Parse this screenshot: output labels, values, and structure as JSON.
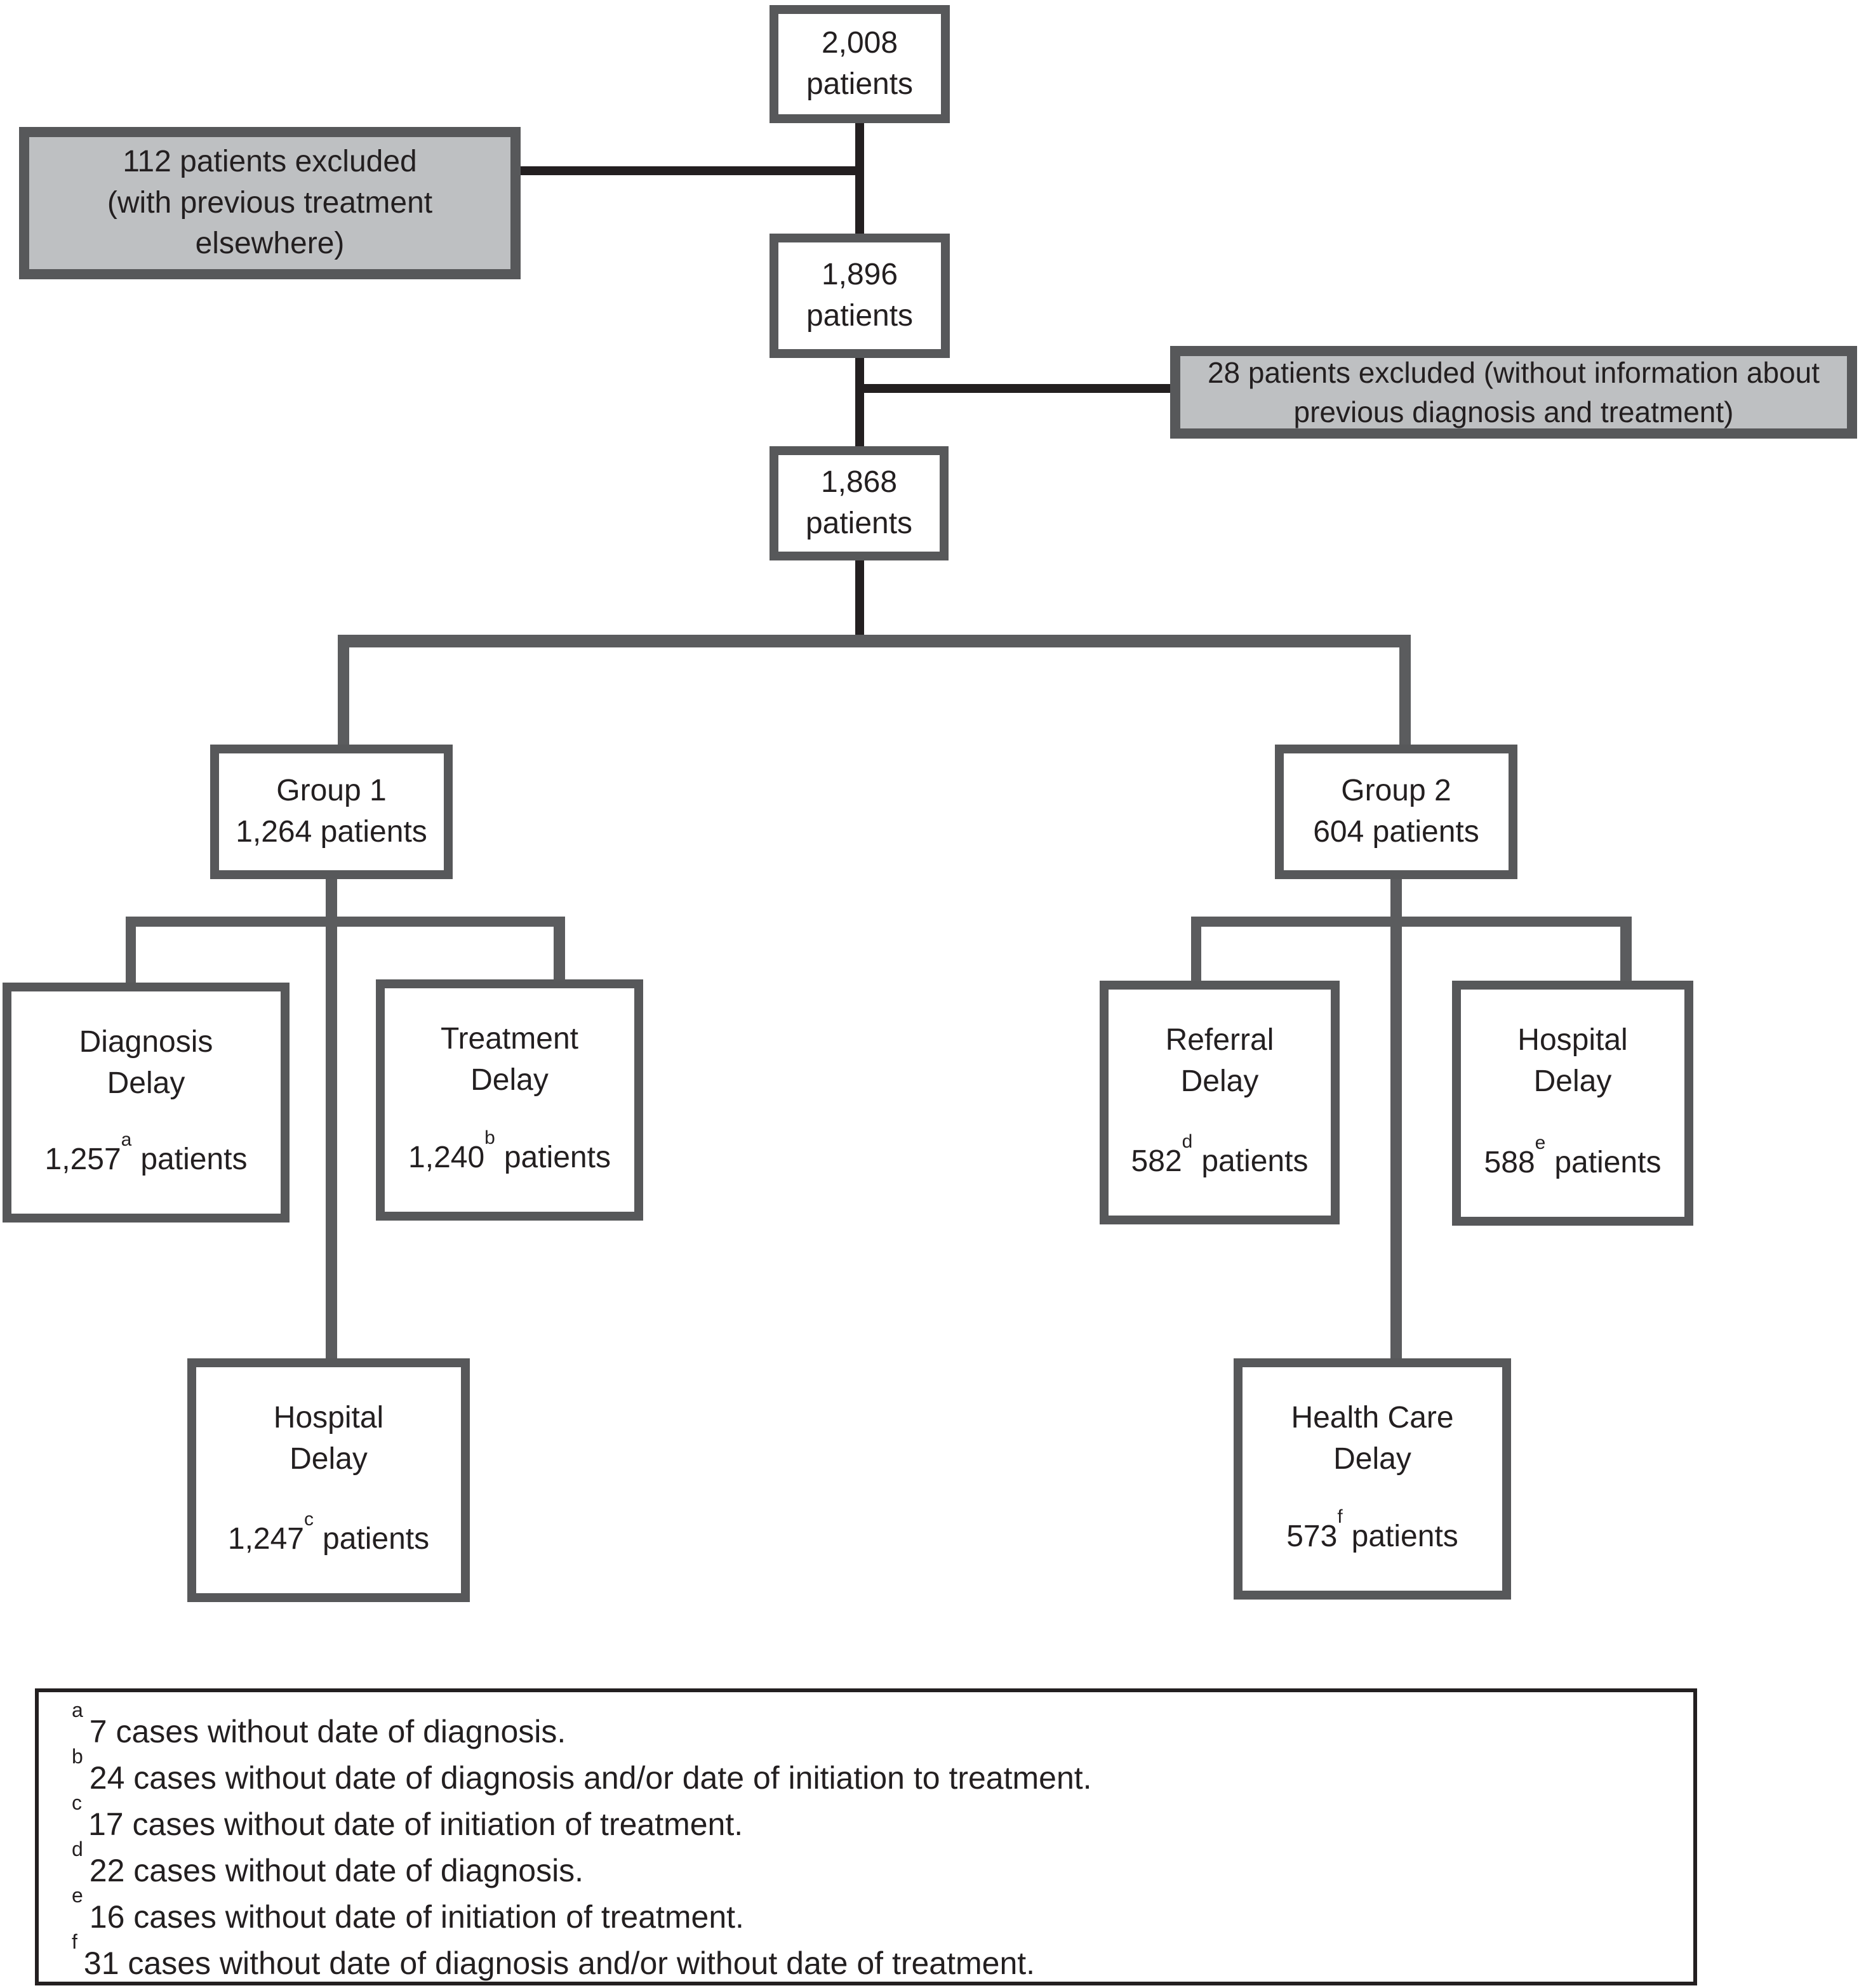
{
  "figure": {
    "boxes": {
      "root": {
        "lines": [
          "2,008",
          "patients"
        ]
      },
      "excluded_left": {
        "lines": [
          "112 patients excluded",
          "(with previous treatment",
          "elsewhere)"
        ]
      },
      "after_exclusion_1": {
        "lines": [
          "1,896",
          "patients"
        ]
      },
      "excluded_right": {
        "lines": [
          "28 patients excluded (without information about",
          "previous diagnosis and treatment)"
        ]
      },
      "after_exclusion_2": {
        "lines": [
          "1,868",
          "patients"
        ]
      },
      "group1": {
        "lines": [
          "Group 1",
          "1,264 patients"
        ]
      },
      "group2": {
        "lines": [
          "Group 2",
          "604 patients"
        ]
      },
      "diagnosis_delay": {
        "title_lines": [
          "Diagnosis",
          "Delay"
        ],
        "count": "1,257",
        "footnote_ref": "a",
        "count_suffix": "patients"
      },
      "treatment_delay": {
        "title_lines": [
          "Treatment",
          "Delay"
        ],
        "count": "1,240",
        "footnote_ref": "b",
        "count_suffix": "patients"
      },
      "hospital_delay_group1": {
        "title_lines": [
          "Hospital",
          "Delay"
        ],
        "count": "1,247",
        "footnote_ref": "c",
        "count_suffix": "patients"
      },
      "referral_delay": {
        "title_lines": [
          "Referral",
          "Delay"
        ],
        "count": "582",
        "footnote_ref": "d",
        "count_suffix": "patients"
      },
      "hospital_delay_group2": {
        "title_lines": [
          "Hospital",
          "Delay"
        ],
        "count": "588",
        "footnote_ref": "e",
        "count_suffix": "patients"
      },
      "health_care_delay": {
        "title_lines": [
          "Health Care",
          "Delay"
        ],
        "count": "573",
        "footnote_ref": "f",
        "count_suffix": "patients"
      }
    },
    "footnotes": [
      {
        "ref": "a",
        "text": "7 cases without date of diagnosis."
      },
      {
        "ref": "b",
        "text": "24 cases without date of diagnosis and/or date of initiation to treatment."
      },
      {
        "ref": "c",
        "text": "17 cases without date of initiation of treatment."
      },
      {
        "ref": "d",
        "text": "22 cases without date of diagnosis."
      },
      {
        "ref": "e",
        "text": "16 cases without date of initiation of treatment."
      },
      {
        "ref": "f",
        "text": "31 cases without date of diagnosis and/or without date of treatment."
      }
    ],
    "colors": {
      "box_border": "#57585a",
      "excluded_fill": "#bec0c2",
      "connector_black": "#231f20",
      "connector_gray": "#5b5c5e",
      "text": "#231f20",
      "background": "#ffffff"
    }
  }
}
